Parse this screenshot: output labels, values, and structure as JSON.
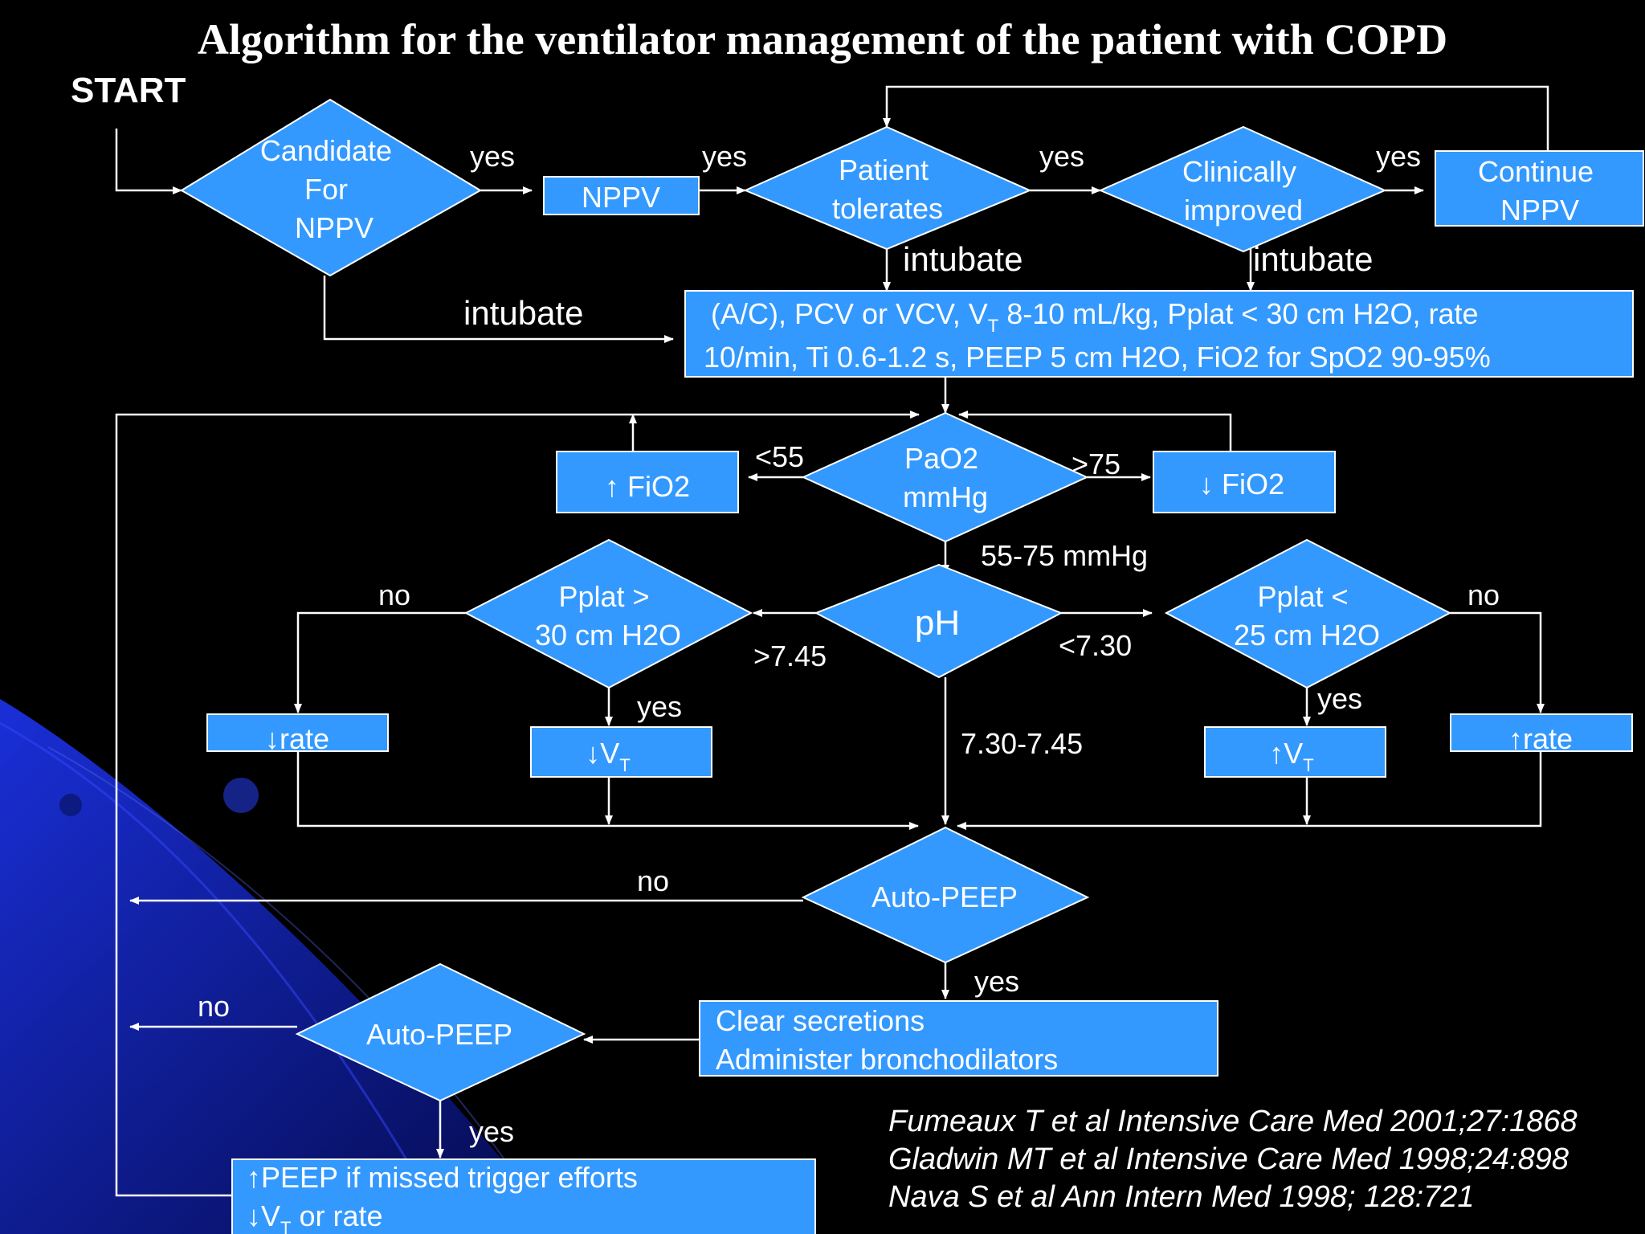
{
  "title": "Algorithm for the ventilator management of the patient with COPD",
  "start_label": "START",
  "nodes": {
    "candidate": [
      "Candidate",
      "For",
      "NPPV"
    ],
    "nppv": "NPPV",
    "tolerates": [
      "Patient",
      "tolerates"
    ],
    "improved": [
      "Clinically",
      "improved"
    ],
    "continue": [
      "Continue",
      "NPPV"
    ],
    "settings": {
      "line1_a": "(A/C), PCV or VCV, V",
      "line1_sub": "T",
      "line1_b": " 8-10 mL/kg, Pplat < 30 cm H2O, rate",
      "line2": "10/min, Ti 0.6-1.2 s, PEEP 5 cm H2O, FiO2 for SpO2 90-95%"
    },
    "pao2": [
      "PaO2",
      "mmHg"
    ],
    "fio2_up": "↑ FiO2",
    "fio2_down": "↓ FiO2",
    "ph": "pH",
    "pplat_high": [
      "Pplat >",
      "30 cm H2O"
    ],
    "pplat_low": [
      "Pplat <",
      "25 cm H2O"
    ],
    "rate_down": "↓rate",
    "vt_down": {
      "main": "↓V",
      "sub": "T"
    },
    "vt_up": {
      "main": "↑V",
      "sub": "T"
    },
    "rate_up": "↑rate",
    "autopeep1": "Auto-PEEP",
    "clear": [
      "Clear secretions",
      "Administer bronchodilators"
    ],
    "autopeep2": "Auto-PEEP",
    "final": {
      "line1": "↑PEEP if missed trigger efforts",
      "line2_a": "↓V",
      "line2_sub": "T",
      "line2_b": " or rate"
    }
  },
  "edge_labels": {
    "yes": "yes",
    "no": "no",
    "intubate": "intubate",
    "lt55": "<55",
    "gt75": ">75",
    "range_pao2": "55-75 mmHg",
    "gt745": ">7.45",
    "lt730": "<7.30",
    "range_ph": "7.30-7.45"
  },
  "references": [
    "Fumeaux T et al Intensive Care Med 2001;27:1868",
    "Gladwin MT et al Intensive Care Med 1998;24:898",
    "Nava S et al Ann Intern Med 1998; 128:721"
  ],
  "colors": {
    "background": "#000000",
    "node_fill": "#3399ff",
    "line": "#ffffff",
    "swoosh": "#0b1fae"
  }
}
